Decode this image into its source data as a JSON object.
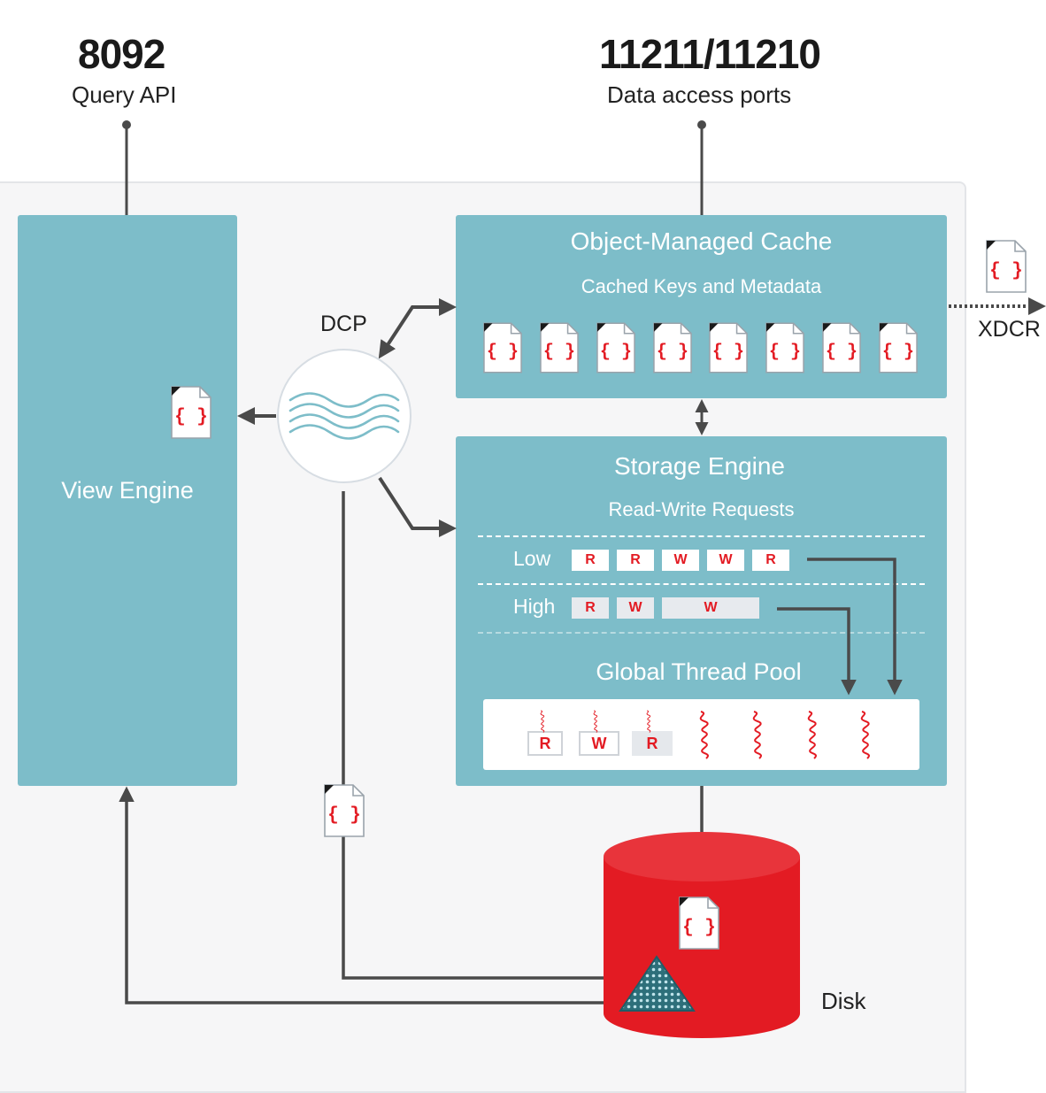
{
  "ports": {
    "query": {
      "number": "8092",
      "label": "Query API"
    },
    "data": {
      "number": "11211/11210",
      "label": "Data access ports"
    }
  },
  "view_engine": {
    "title": "View Engine"
  },
  "cache": {
    "title": "Object-Managed Cache",
    "subtitle": "Cached Keys and Metadata"
  },
  "dcp_label": "DCP",
  "xdcr_label": "XDCR",
  "storage": {
    "title": "Storage Engine",
    "subtitle": "Read-Write Requests",
    "low": {
      "label": "Low",
      "requests": [
        "R",
        "R",
        "W",
        "W",
        "R"
      ]
    },
    "high": {
      "label": "High",
      "requests": [
        "R",
        "W",
        "W"
      ]
    },
    "pool_title": "Global Thread Pool",
    "pool_requests": [
      "R",
      "W",
      "R"
    ]
  },
  "disk_label": "Disk",
  "doc_glyph": "{ }",
  "colors": {
    "teal": "#7dbdc9",
    "red": "#e31b23",
    "arrow": "#4a4a4a"
  }
}
